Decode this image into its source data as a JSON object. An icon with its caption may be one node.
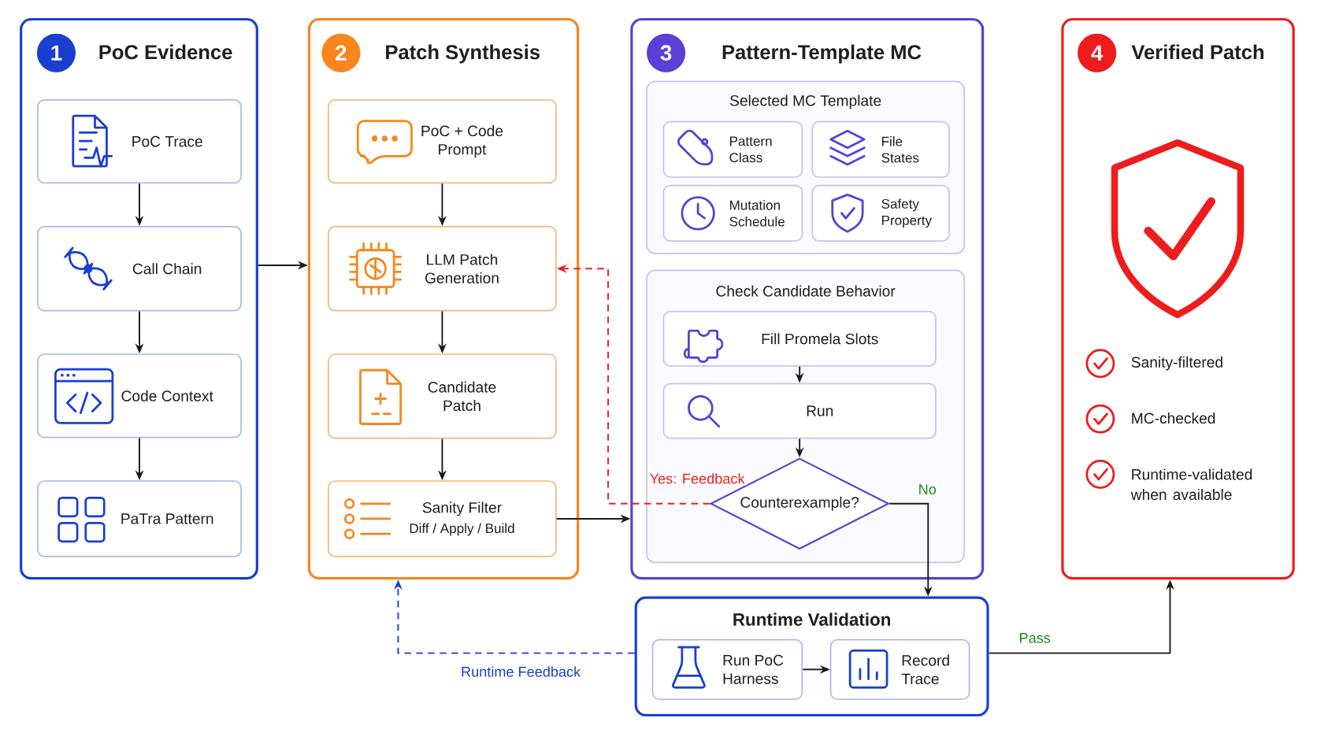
{
  "diagram": {
    "nodes": [
      {
        "text": [
          "PoC Evidence"
        ]
      },
      {
        "text": [
          "1"
        ],
        "in": 0
      },
      {
        "text": [
          "PoC Trace"
        ],
        "in": 0
      },
      {
        "text": [
          "Call Chain"
        ],
        "in": 0
      },
      {
        "text": [
          "Code Context"
        ],
        "in": 0
      },
      {
        "text": [
          "PaTra Pattern"
        ],
        "in": 0
      },
      {
        "text": [
          "Patch Synthesis"
        ]
      },
      {
        "text": [
          "2"
        ],
        "in": 6
      },
      {
        "text": [
          "PoC + Code Prompt"
        ],
        "in": 6
      },
      {
        "text": [
          "LLM Patch Generation"
        ],
        "in": 6
      },
      {
        "text": [
          "Candidate Patch"
        ],
        "in": 6
      },
      {
        "text": [
          "Sanity Filter",
          "Diff / Apply / Build"
        ],
        "in": 6
      },
      {
        "text": [
          "Pattern-Template MC"
        ]
      },
      {
        "text": [
          "3"
        ],
        "in": 12
      },
      {
        "text": [
          "Selected MC Template"
        ],
        "in": 12
      },
      {
        "text": [
          "Pattern Class"
        ],
        "in": 14
      },
      {
        "text": [
          "File States"
        ],
        "in": 14
      },
      {
        "text": [
          "Mutation Schedule"
        ],
        "in": 14
      },
      {
        "text": [
          "Safety Property"
        ],
        "in": 14
      },
      {
        "text": [
          "Check Candidate Behavior"
        ],
        "in": 12
      },
      {
        "text": [
          "Fill Promela Slots"
        ],
        "in": 19
      },
      {
        "text": [
          "Run"
        ],
        "in": 19
      },
      {
        "text": [
          "Counterexample?"
        ],
        "in": 19
      },
      {
        "text": [
          "Runtime Validation"
        ]
      },
      {
        "text": [
          "Run PoC Harness"
        ],
        "in": 23
      },
      {
        "text": [
          "Record Trace"
        ],
        "in": 23
      },
      {
        "text": [
          "Verified Patch"
        ]
      },
      {
        "text": [
          "4"
        ],
        "in": 26
      }
    ],
    "edges": [
      {
        "from": 2,
        "to": 3,
        "arrow": "to"
      },
      {
        "from": 3,
        "to": 4,
        "arrow": "to"
      },
      {
        "from": 4,
        "to": 5,
        "arrow": "to"
      },
      {
        "from": 0,
        "to": 6,
        "arrow": "to"
      },
      {
        "from": 8,
        "to": 9,
        "arrow": "to"
      },
      {
        "from": 9,
        "to": 10,
        "arrow": "to"
      },
      {
        "from": 10,
        "to": 11,
        "arrow": "to"
      },
      {
        "from": 11,
        "to": 12,
        "arrow": "to"
      },
      {
        "from": 20,
        "to": 21,
        "arrow": "to"
      },
      {
        "from": 21,
        "to": 22,
        "arrow": "to"
      },
      {
        "from": 22,
        "to": 9,
        "arrow": "to",
        "label": "Yes: Feedback",
        "style": "dashed",
        "color": "#e82020"
      },
      {
        "from": 22,
        "to": 23,
        "arrow": "to",
        "label": "No"
      },
      {
        "from": 24,
        "to": 25,
        "arrow": "to"
      },
      {
        "from": 23,
        "to": 6,
        "arrow": "to",
        "label": "Runtime Feedback",
        "style": "dashed",
        "color": "#1a3fd0"
      },
      {
        "from": 23,
        "to": 26,
        "arrow": "to",
        "label": "Pass"
      }
    ],
    "labels": [
      "Sanity-filtered",
      "MC-checked",
      "Runtime-validated when available"
    ]
  }
}
